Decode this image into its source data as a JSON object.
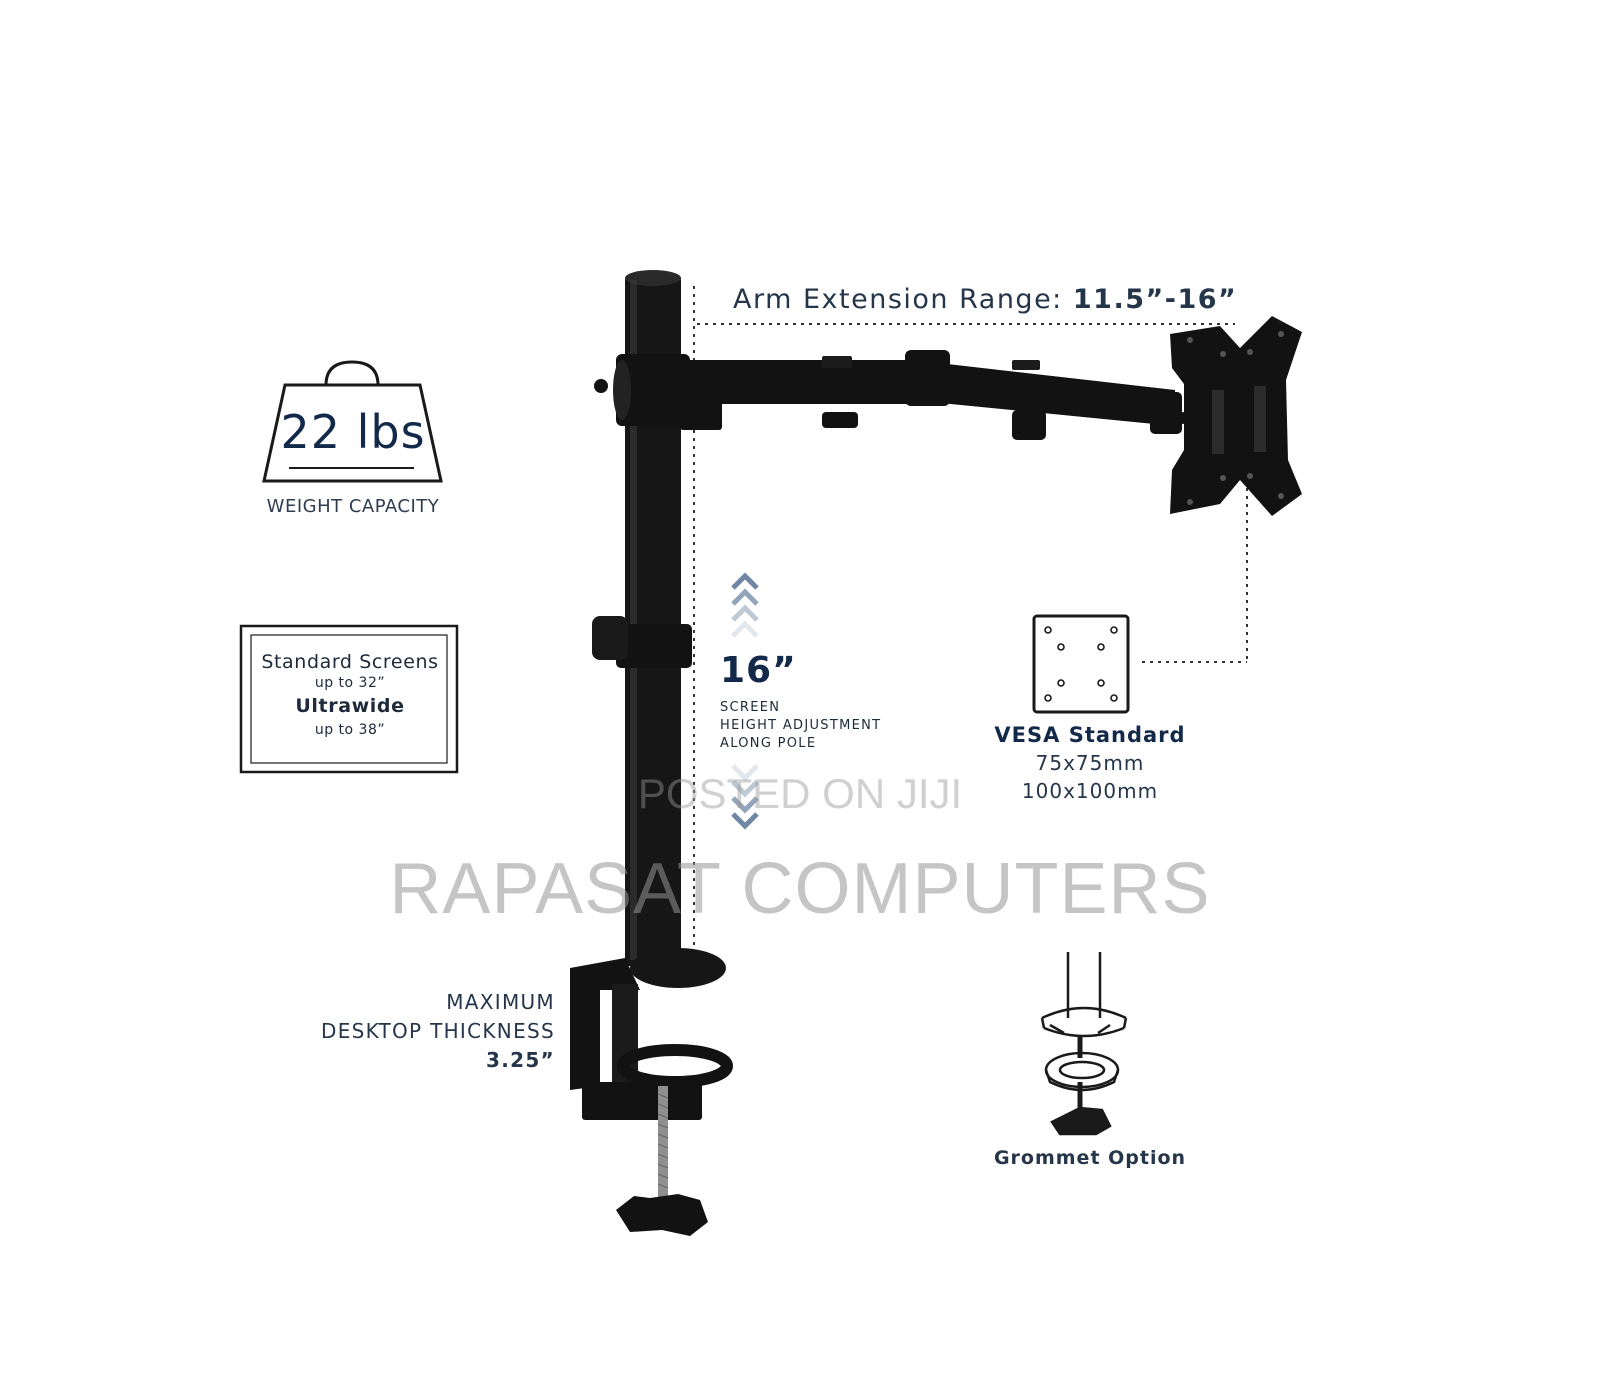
{
  "arm_extension": {
    "label": "Arm Extension Range: ",
    "value": "11.5”-16”"
  },
  "weight": {
    "value": "22 lbs",
    "caption": "WEIGHT CAPACITY"
  },
  "screens": {
    "standard_label": "Standard Screens",
    "standard_size": "up to 32”",
    "ultrawide_label": "Ultrawide",
    "ultrawide_size": "up to 38”"
  },
  "height_adjustment": {
    "value": "16”",
    "line1": "SCREEN",
    "line2": "HEIGHT ADJUSTMENT",
    "line3": "ALONG POLE"
  },
  "vesa": {
    "title": "VESA Standard",
    "size1": "75x75mm",
    "size2": "100x100mm"
  },
  "desktop": {
    "line1": "MAXIMUM",
    "line2": "DESKTOP THICKNESS",
    "value": "3.25”"
  },
  "grommet": {
    "label": "Grommet Option"
  },
  "watermark": {
    "line1": "POSTED ON JIJI",
    "line2": "RAPASAT COMPUTERS"
  },
  "colors": {
    "product": "#121212",
    "navy_text": "#13294a",
    "chevron": "#6f87a4"
  },
  "icons": [
    "weight-icon",
    "monitor-frame-icon",
    "vesa-plate-icon",
    "chevron-up-icon",
    "chevron-down-icon",
    "grommet-diagram-icon"
  ]
}
